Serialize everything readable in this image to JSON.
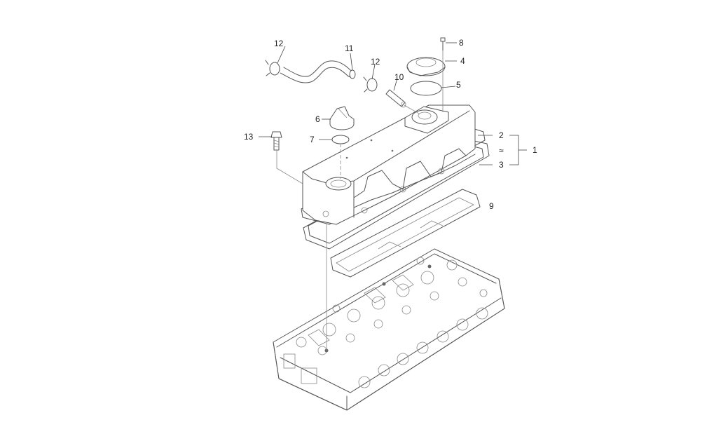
{
  "diagram": {
    "callouts": {
      "c1": "1",
      "c2": "2",
      "c3": "3",
      "c4": "4",
      "c5": "5",
      "c6": "6",
      "c7": "7",
      "c8": "8",
      "c9": "9",
      "c10": "10",
      "c11": "11",
      "c12a": "12",
      "c12b": "12",
      "c13": "13",
      "tilde": "≈"
    }
  }
}
